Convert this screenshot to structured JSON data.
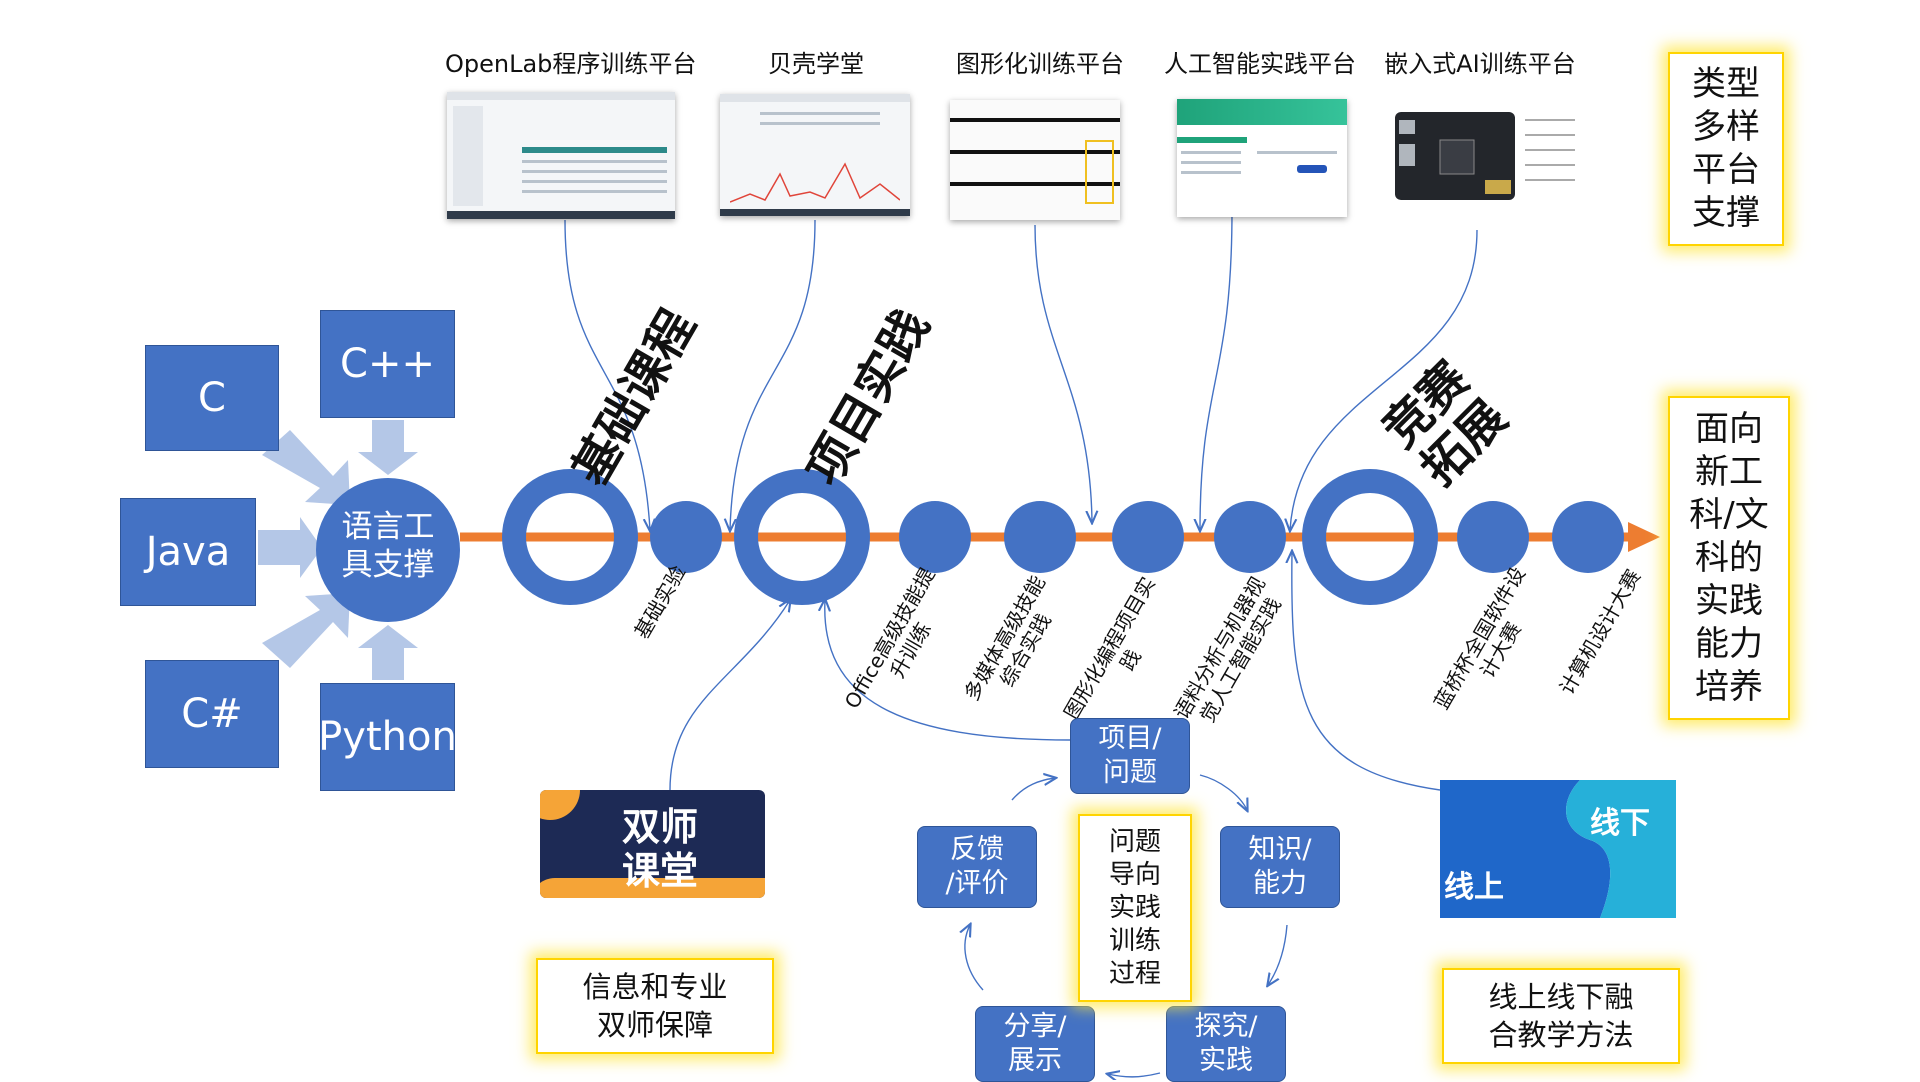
{
  "languages": {
    "c": "C",
    "cpp": "C++",
    "java": "Java",
    "csharp": "C#",
    "python": "Python",
    "hub": "语言工\n具支撑"
  },
  "platforms": [
    {
      "title": "OpenLab程序训练平台"
    },
    {
      "title": "贝壳学堂"
    },
    {
      "title": "图形化训练平台"
    },
    {
      "title": "人工智能实践平台"
    },
    {
      "title": "嵌入式AI训练平台"
    }
  ],
  "stages": {
    "basic": "基础课程",
    "project": "项目实践",
    "competition": "竞赛\n拓展"
  },
  "nodes": [
    {
      "label": "基础实验"
    },
    {
      "label": "Office高级技能提\n升训练"
    },
    {
      "label": "多媒体高级技能\n综合实践"
    },
    {
      "label": "图形化编程项目实\n践"
    },
    {
      "label": "语料分析与机器视\n觉人工智能实践"
    },
    {
      "label": "蓝桥杯全国软件设\n计大赛"
    },
    {
      "label": "计算机设计大赛"
    }
  ],
  "cycle": {
    "top": "项目/\n问题",
    "right": "知识/\n能力",
    "bottom_right": "探究/\n实践",
    "bottom_left": "分享/\n展示",
    "left": "反馈\n/评价",
    "center": "问题\n导向\n实践\n训练\n过程"
  },
  "side_notes": {
    "platform_types": "类型\n多样\n平台\n支撑",
    "goal": "面向\n新工\n科/文\n科的\n实践\n能力\n培养"
  },
  "double_teacher": {
    "logo_line1": "双师",
    "logo_line2": "课堂",
    "caption": "信息和专业\n双师保障"
  },
  "blended": {
    "online": "线上",
    "offline": "线下",
    "caption": "线上线下融\n合教学方法"
  },
  "colors": {
    "primary": "#4472c4",
    "timeline": "#ed7d31",
    "glow": "#ffd400",
    "light_arrow": "#b4c7e7"
  }
}
